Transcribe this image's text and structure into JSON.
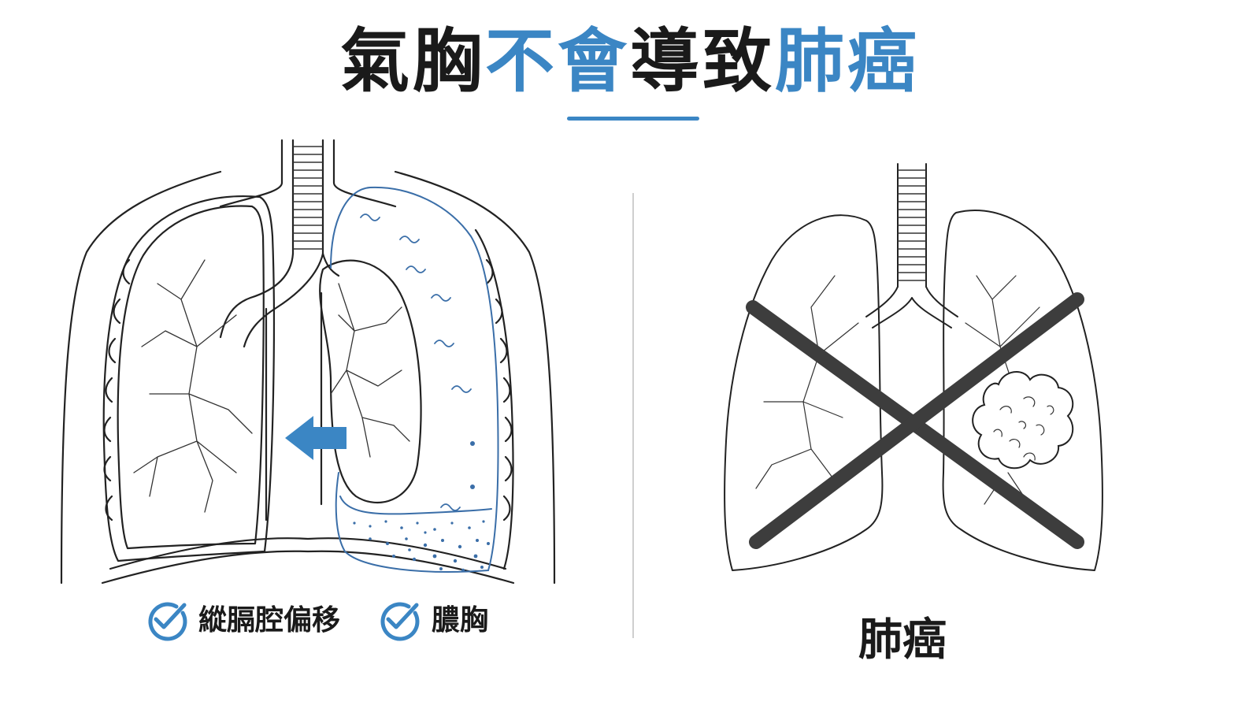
{
  "title": {
    "parts": [
      {
        "text": "氣胸",
        "highlight": false
      },
      {
        "text": "不會",
        "highlight": true
      },
      {
        "text": "導致",
        "highlight": false
      },
      {
        "text": "肺癌",
        "highlight": true
      }
    ]
  },
  "left_panel": {
    "captions": [
      {
        "text": "縱膈腔偏移",
        "icon": "check-circle-icon"
      },
      {
        "text": "膿胸",
        "icon": "check-circle-icon"
      }
    ]
  },
  "right_panel": {
    "label": "肺癌",
    "overlay_icon": "cross-x-icon"
  },
  "colors": {
    "accent": "#3b86c4",
    "text": "#1a1a1a",
    "line": "#222222",
    "cross": "#3d3d3d"
  }
}
